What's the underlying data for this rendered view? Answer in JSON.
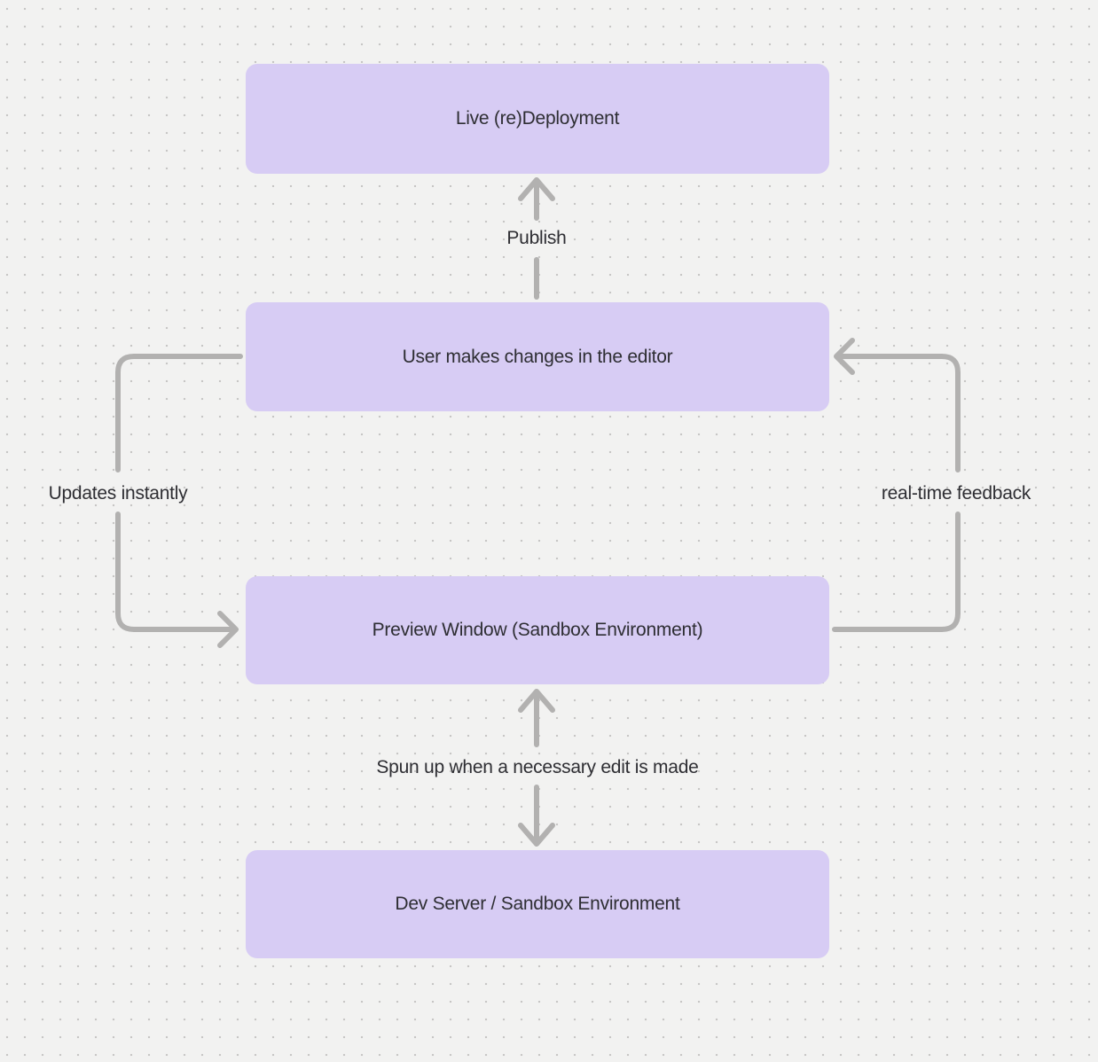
{
  "canvas": {
    "background": "#f2f2f1",
    "dot_color": "#c7c6c5",
    "node_fill": "#d7ccf4",
    "wire_color": "#b2b1b0",
    "text_color": "#2e2e33"
  },
  "nodes": [
    {
      "id": "live-redeployment",
      "label": "Live (re)Deployment"
    },
    {
      "id": "user-changes",
      "label": "User makes changes in the editor"
    },
    {
      "id": "preview-window",
      "label": "Preview Window (Sandbox Environment)"
    },
    {
      "id": "dev-server",
      "label": "Dev Server / Sandbox Environment"
    }
  ],
  "edges": [
    {
      "id": "publish",
      "from": "user-changes",
      "to": "live-redeployment",
      "label": "Publish"
    },
    {
      "id": "updates-instantly",
      "from": "user-changes",
      "to": "preview-window",
      "label": "Updates instantly"
    },
    {
      "id": "real-time-feedback",
      "from": "preview-window",
      "to": "user-changes",
      "label": "real-time feedback"
    },
    {
      "id": "spun-up",
      "from": "preview-window",
      "to": "dev-server",
      "label": "Spun up when a necessary edit is made"
    }
  ]
}
